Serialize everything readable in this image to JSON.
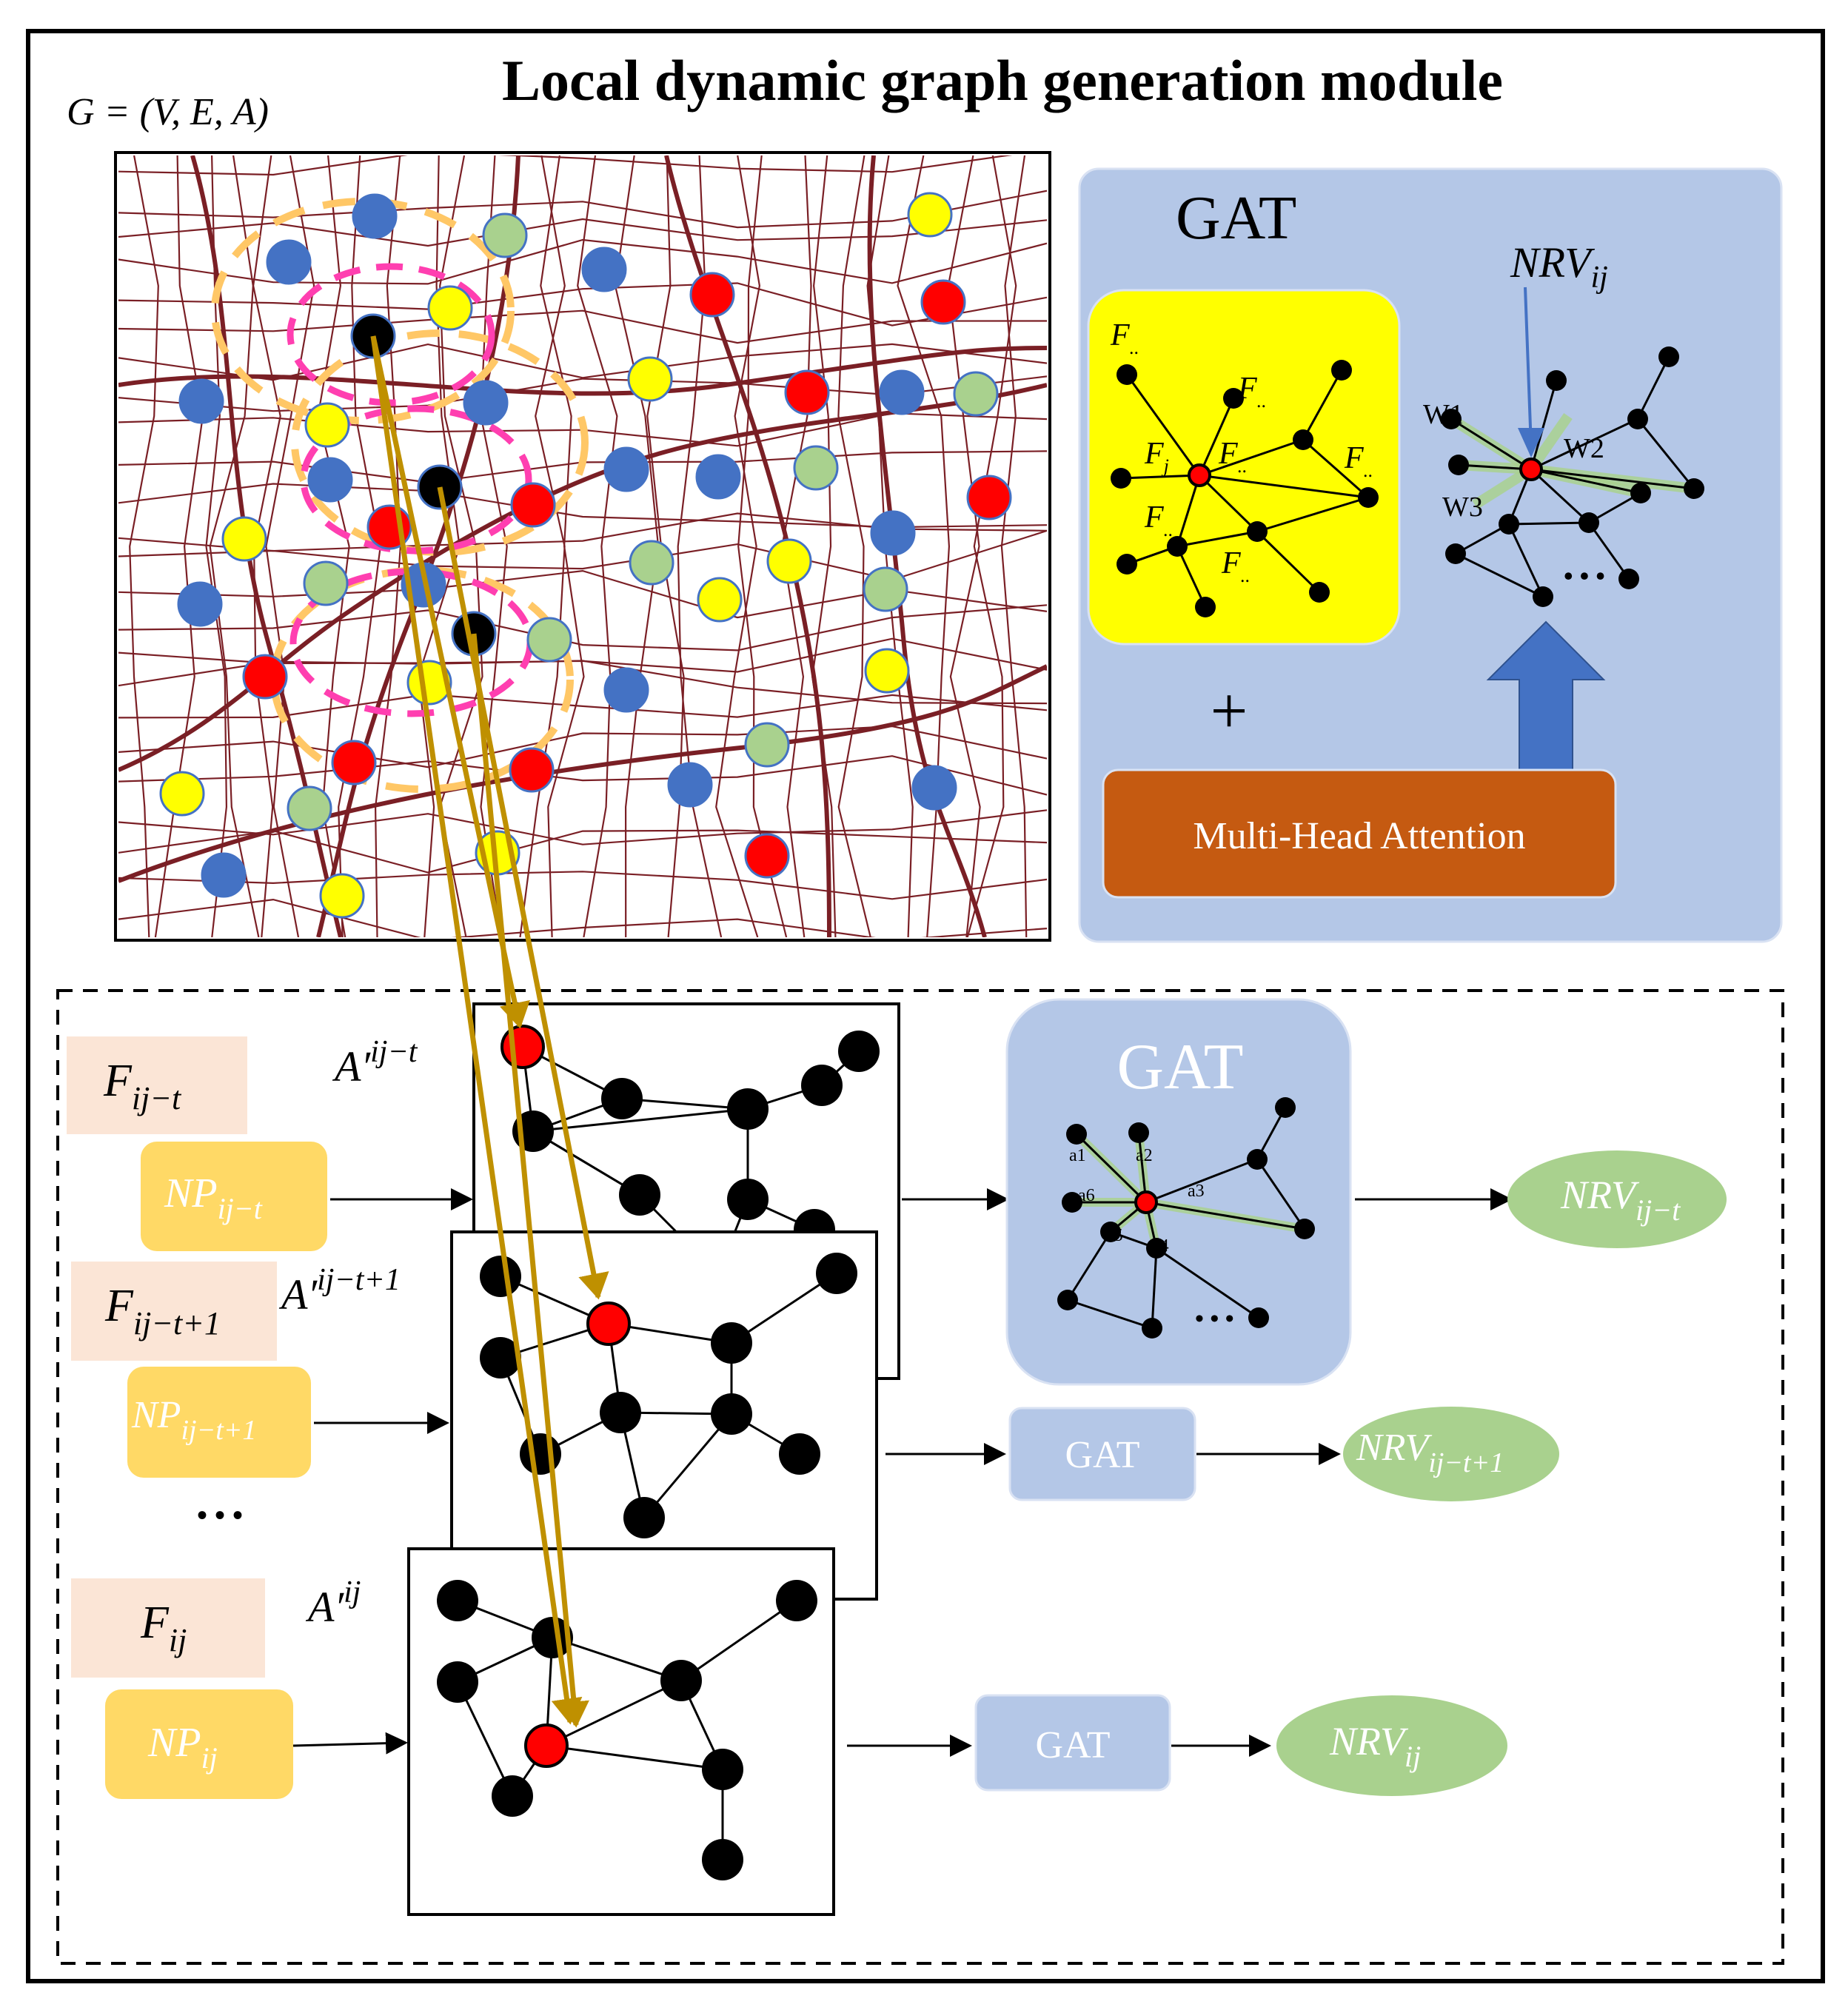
{
  "title": "Local dynamic graph generation module",
  "graph_definition": "G = (V, E, A)",
  "gat_panel": {
    "title": "GAT",
    "nrv_label": "NRV",
    "nrv_sub": "ij",
    "feature_labels": [
      {
        "base": "F",
        "sub": ".."
      },
      {
        "base": "F",
        "sub": ".."
      },
      {
        "base": "F",
        "sub": "j"
      },
      {
        "base": "F",
        "sub": ".."
      },
      {
        "base": "F",
        "sub": ".."
      },
      {
        "base": "F",
        "sub": ".."
      },
      {
        "base": "F",
        "sub": ".."
      }
    ],
    "weight_labels": [
      "W1",
      "W2",
      "W3"
    ],
    "plus": "+",
    "ellipsis": "• • •",
    "attention_label": "Multi-Head Attention"
  },
  "rows": [
    {
      "feature": {
        "base": "F",
        "sub": "ij−t"
      },
      "np": {
        "base": "NP",
        "sub": "ij−t"
      },
      "adj": {
        "base": "A′",
        "sup": "ij−t"
      },
      "gat_label": "GAT",
      "nrv": {
        "base": "NRV",
        "sub": "ij−t"
      }
    },
    {
      "feature": {
        "base": "F",
        "sub": "ij−t+1"
      },
      "np": {
        "base": "NP",
        "sub": "ij−t+1"
      },
      "adj": {
        "base": "A′",
        "sup": "ij−t+1"
      },
      "gat_label": "GAT",
      "nrv": {
        "base": "NRV",
        "sub": "ij−t+1"
      }
    },
    {
      "feature": {
        "base": "F",
        "sub": "ij"
      },
      "np": {
        "base": "NP",
        "sub": "ij"
      },
      "adj": {
        "base": "A′",
        "sup": "ij"
      },
      "gat_label": "GAT",
      "nrv": {
        "base": "NRV",
        "sub": "ij"
      }
    }
  ],
  "row_ellipsis": "• • •",
  "attention_weights": [
    "a1",
    "a2",
    "a3",
    "a4",
    "a5",
    "a6"
  ],
  "gat_big_ellipsis": "• • •",
  "colors": {
    "road": "#7a1f25",
    "node_blue": "#4472c4",
    "node_red": "#ff0000",
    "node_yellow": "#ffff00",
    "node_green": "#a9d18e",
    "node_black": "#000000",
    "gat_bg": "#b4c7e7",
    "gat_label_bg": "#ffff00",
    "attention_bg": "#c55a11",
    "feature_bg": "#fbe5d6",
    "np_bg": "#ffd966",
    "nrv_bg": "#a9d18e",
    "arrow_gold": "#bf9000",
    "dash_orange": "#ffc766",
    "dash_pink": "#ff3fb0"
  }
}
